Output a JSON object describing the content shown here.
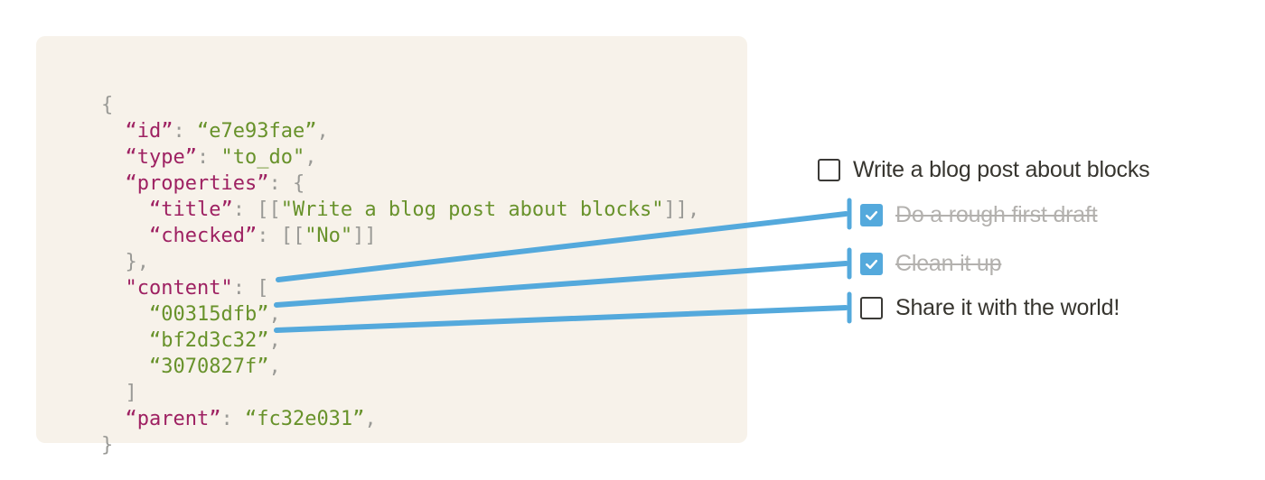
{
  "colors": {
    "accent_blue": "#54A9DC",
    "panel_background": "#F7F2EA",
    "code_key": "#9E2162",
    "code_string": "#68922B",
    "code_punctuation": "#9A9A96",
    "todo_text": "#37352F",
    "todo_done_text": "#B3B1AE"
  },
  "code_panel": {
    "language": "json",
    "lines": [
      [
        {
          "t": "{",
          "c": "punct"
        }
      ],
      [
        {
          "t": "  ",
          "c": "punct"
        },
        {
          "t": "“id”",
          "c": "key"
        },
        {
          "t": ": ",
          "c": "punct"
        },
        {
          "t": "“e7e93fae”",
          "c": "str"
        },
        {
          "t": ",",
          "c": "punct"
        }
      ],
      [
        {
          "t": "  ",
          "c": "punct"
        },
        {
          "t": "“type”",
          "c": "key"
        },
        {
          "t": ": ",
          "c": "punct"
        },
        {
          "t": "\"to_do\"",
          "c": "str"
        },
        {
          "t": ",",
          "c": "punct"
        }
      ],
      [
        {
          "t": "  ",
          "c": "punct"
        },
        {
          "t": "“properties”",
          "c": "key"
        },
        {
          "t": ": {",
          "c": "punct"
        }
      ],
      [
        {
          "t": "    ",
          "c": "punct"
        },
        {
          "t": "“title”",
          "c": "key"
        },
        {
          "t": ": [[",
          "c": "punct"
        },
        {
          "t": "\"Write a blog post about blocks\"",
          "c": "str"
        },
        {
          "t": "]],",
          "c": "punct"
        }
      ],
      [
        {
          "t": "    ",
          "c": "punct"
        },
        {
          "t": "“checked”",
          "c": "key"
        },
        {
          "t": ": [[",
          "c": "punct"
        },
        {
          "t": "\"No\"",
          "c": "str"
        },
        {
          "t": "]]",
          "c": "punct"
        }
      ],
      [
        {
          "t": "  },",
          "c": "punct"
        }
      ],
      [
        {
          "t": "  ",
          "c": "punct"
        },
        {
          "t": "\"content\"",
          "c": "key"
        },
        {
          "t": ": [",
          "c": "punct"
        }
      ],
      [
        {
          "t": "    ",
          "c": "punct"
        },
        {
          "t": "“00315dfb”",
          "c": "str"
        },
        {
          "t": ",",
          "c": "punct"
        }
      ],
      [
        {
          "t": "    ",
          "c": "punct"
        },
        {
          "t": "“bf2d3c32”",
          "c": "str"
        },
        {
          "t": ",",
          "c": "punct"
        }
      ],
      [
        {
          "t": "    ",
          "c": "punct"
        },
        {
          "t": "“3070827f”",
          "c": "str"
        },
        {
          "t": ",",
          "c": "punct"
        }
      ],
      [
        {
          "t": "  ]",
          "c": "punct"
        }
      ],
      [
        {
          "t": "  ",
          "c": "punct"
        },
        {
          "t": "“parent”",
          "c": "key"
        },
        {
          "t": ": ",
          "c": "punct"
        },
        {
          "t": "“fc32e031”",
          "c": "str"
        },
        {
          "t": ",",
          "c": "punct"
        }
      ],
      [
        {
          "t": "}",
          "c": "punct"
        }
      ]
    ]
  },
  "todo_list": {
    "items": [
      {
        "label": "Write a blog post about blocks",
        "checked": false,
        "indent": 0
      },
      {
        "label": "Do a rough first draft",
        "checked": true,
        "indent": 1
      },
      {
        "label": "Clean it up",
        "checked": true,
        "indent": 1
      },
      {
        "label": "Share it with the world!",
        "checked": false,
        "indent": 1
      }
    ]
  },
  "connectors": [
    {
      "from_code": "“00315dfb”",
      "to_item": "Do a rough first draft"
    },
    {
      "from_code": "“bf2d3c32”",
      "to_item": "Clean it up"
    },
    {
      "from_code": "“3070827f”",
      "to_item": "Share it with the world!"
    }
  ]
}
